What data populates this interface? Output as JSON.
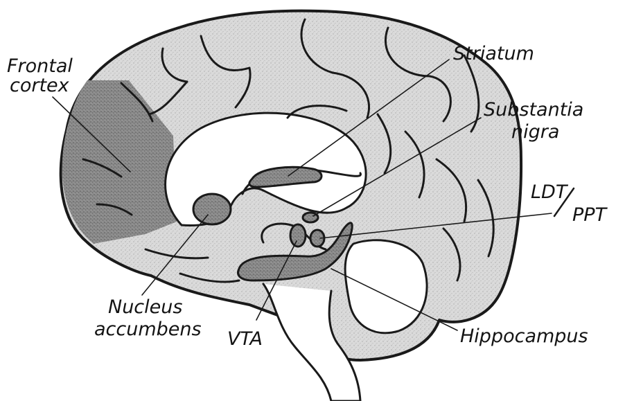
{
  "labels": {
    "frontal_cortex_line1": "Frontal",
    "frontal_cortex_line2": "cortex",
    "striatum": "Striatum",
    "substantia_nigra_line1": "Substantia",
    "substantia_nigra_line2": "nigra",
    "ldt_ppt_part1": "LDT",
    "ldt_ppt_part2": "PPT",
    "nucleus_accumbens_line1": "Nucleus",
    "nucleus_accumbens_line2": "accumbens",
    "vta": "VTA",
    "hippocampus": "Hippocampus"
  },
  "colors": {
    "ink": "#1a1a1a",
    "light_fill": "#d4d4d4",
    "dark_fill": "#8a8a8a",
    "background": "#ffffff"
  }
}
